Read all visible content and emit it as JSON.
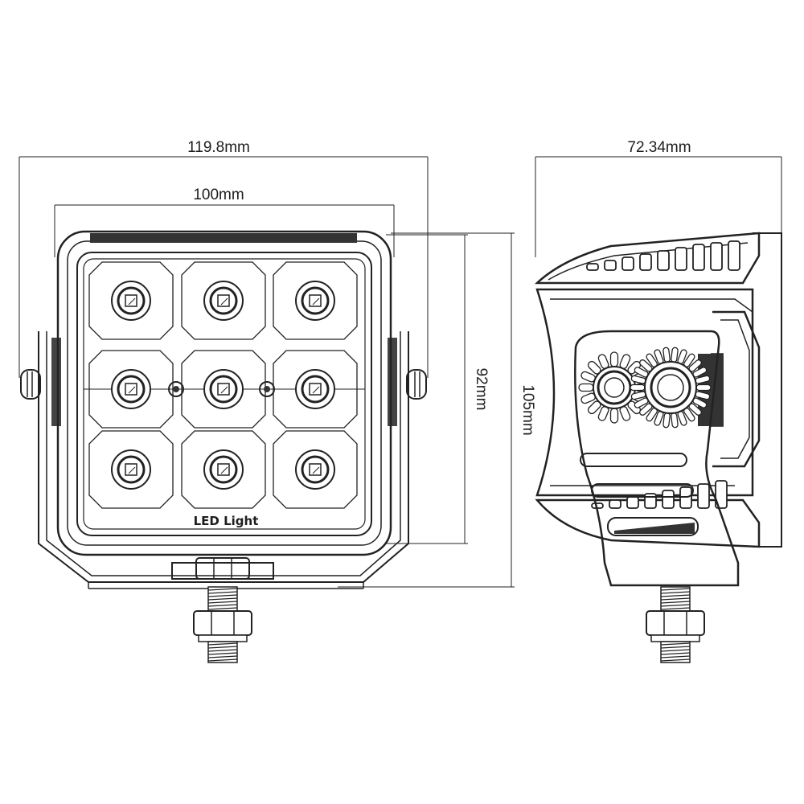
{
  "dimensions": {
    "overall_width": "119.8mm",
    "lens_width": "100mm",
    "depth": "72.34mm",
    "lens_height": "92mm",
    "overall_height": "105mm"
  },
  "front_view": {
    "label": "LED Light",
    "led_count": 9
  },
  "colors": {
    "line": "#222222",
    "background": "#ffffff"
  }
}
